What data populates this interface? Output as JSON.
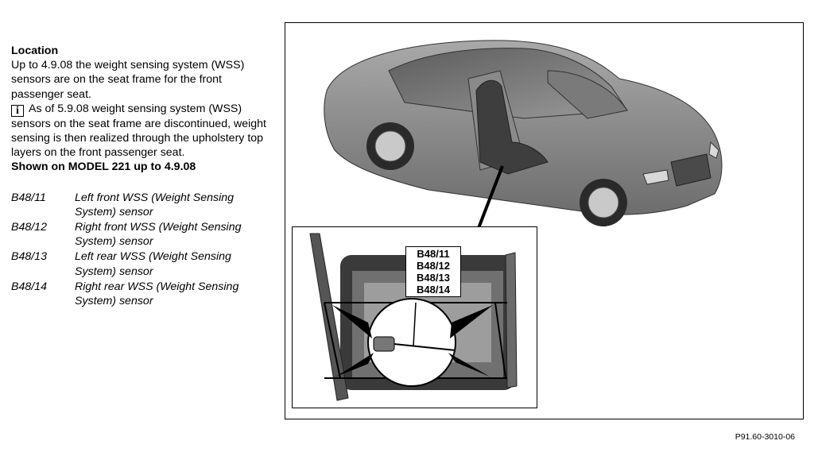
{
  "location": {
    "heading": "Location",
    "text": "Up to 4.9.08 the weight sensing system (WSS) sensors are on the seat frame for the front passenger seat.",
    "info_icon": "info-icon",
    "info_text": "As of 5.9.08 weight sensing system (WSS) sensors on the seat frame are discontinued, weight sensing is then realized through the upholstery top layers on the front passenger seat."
  },
  "shown_on": "Shown on MODEL 221 up to 4.9.08",
  "legend": [
    {
      "code": "B48/11",
      "desc": "Left front WSS (Weight Sensing System) sensor"
    },
    {
      "code": "B48/12",
      "desc": "Right front WSS (Weight Sensing System) sensor"
    },
    {
      "code": "B48/13",
      "desc": "Left rear WSS (Weight Sensing System) sensor"
    },
    {
      "code": "B48/14",
      "desc": "Right rear WSS (Weight Sensing System) sensor"
    }
  ],
  "figure": {
    "callout_labels": [
      "B48/11",
      "B48/12",
      "B48/13",
      "B48/14"
    ],
    "code": "P91.60-3010-06"
  }
}
